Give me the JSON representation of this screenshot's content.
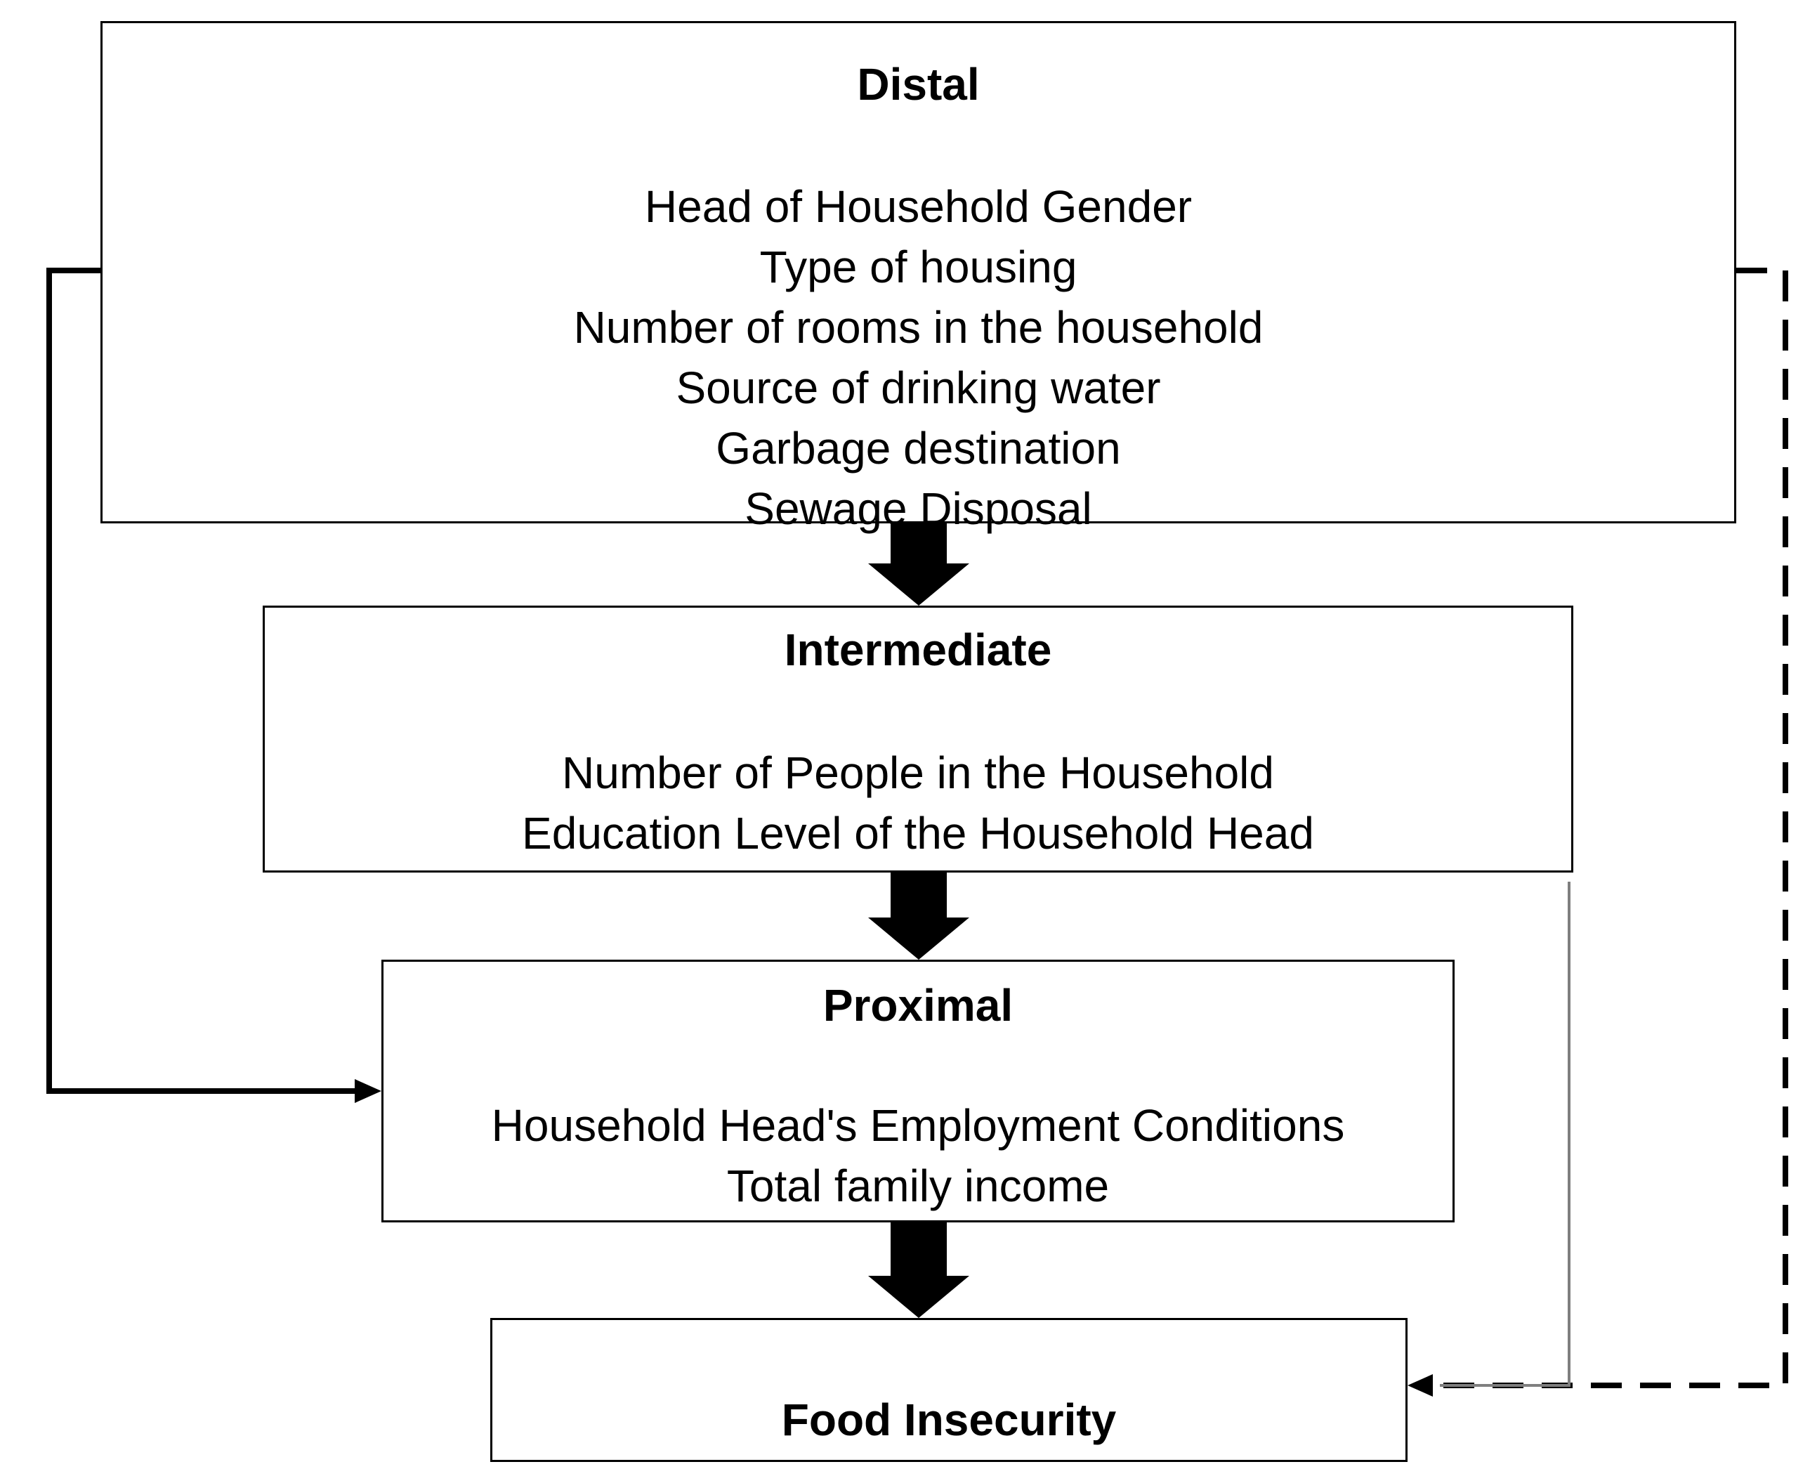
{
  "distal": {
    "title": "Distal",
    "items": [
      "Head of Household Gender",
      "Type of housing",
      "Number of rooms in the household",
      "Source of drinking water",
      "Garbage destination",
      "Sewage Disposal"
    ]
  },
  "intermediate": {
    "title": "Intermediate",
    "items": [
      "Number of People in the Household",
      "Education Level of the Household Head"
    ]
  },
  "proximal": {
    "title": "Proximal",
    "items": [
      "Household Head's Employment Conditions",
      "Total family income"
    ]
  },
  "outcome": {
    "title": "Food Insecurity"
  },
  "colors": {
    "line": "#000000",
    "background": "#ffffff",
    "thin_line": "#7f7f7f"
  }
}
